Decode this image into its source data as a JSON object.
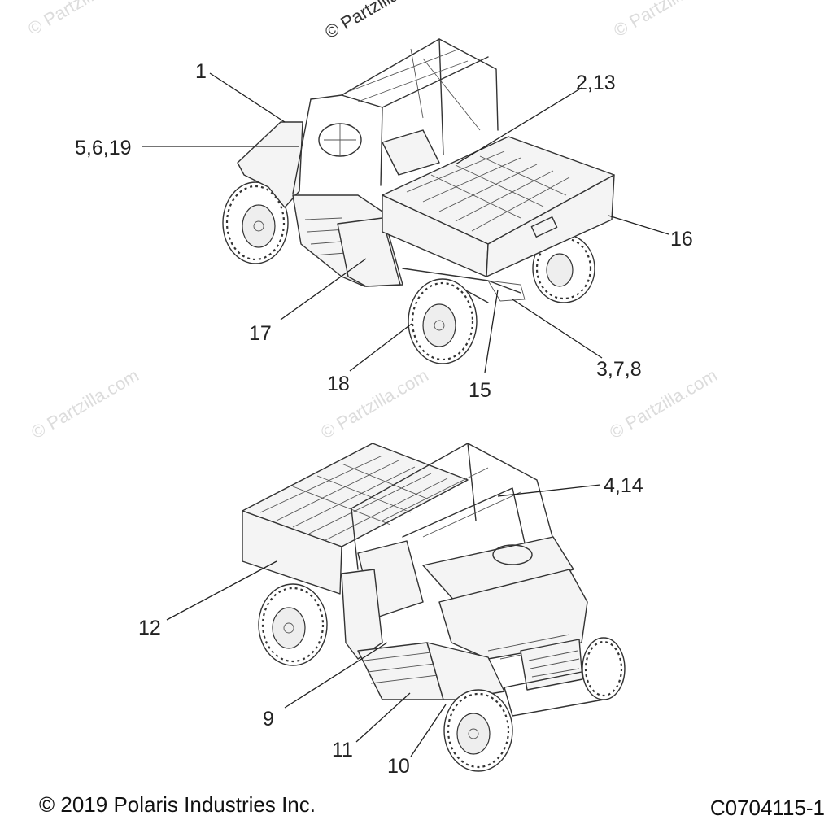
{
  "watermarks": {
    "brand": "© Partzilla.com",
    "top_strong": "© Partzilla"
  },
  "callouts": {
    "c1": "1",
    "c2_13": "2,13",
    "c5_6_19": "5,6,19",
    "c16": "16",
    "c17": "17",
    "c18": "18",
    "c15": "15",
    "c3_7_8": "3,7,8",
    "c4_14": "4,14",
    "c12": "12",
    "c9": "9",
    "c11": "11",
    "c10": "10"
  },
  "footer": {
    "copyright": "© 2019 Polaris Industries Inc.",
    "figure_code": "C0704115-1"
  }
}
